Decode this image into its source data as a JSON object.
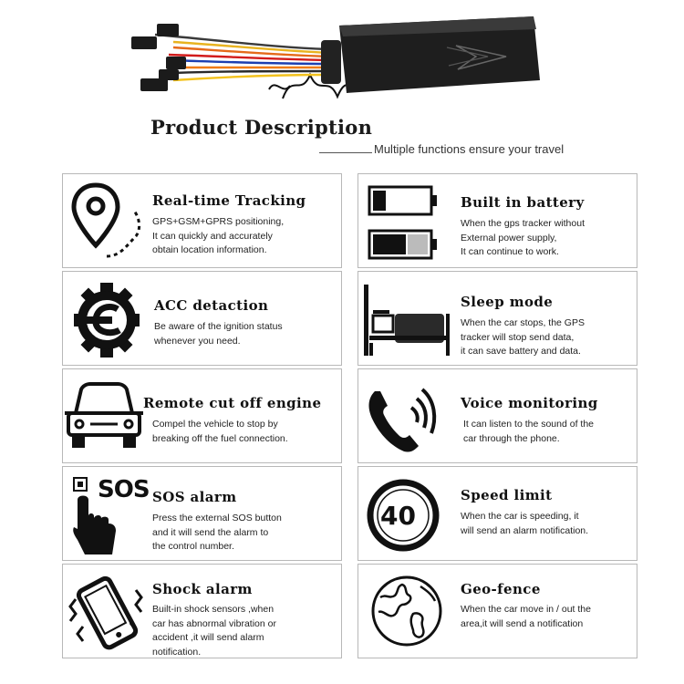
{
  "header": {
    "title": "Product Description",
    "subtitle": "Multiple functions ensure your travel"
  },
  "features": [
    {
      "id": "realtime",
      "title": "Real-time Tracking",
      "lines": [
        "GPS+GSM+GPRS positioning,",
        "It can quickly and accurately",
        "obtain location information."
      ],
      "icon": "map-pin-icon"
    },
    {
      "id": "battery",
      "title": "Built in battery",
      "lines": [
        "When the gps tracker without",
        "External power supply,",
        "It can continue to work."
      ],
      "icon": "battery-icon"
    },
    {
      "id": "acc",
      "title": "ACC detaction",
      "lines": [
        "Be aware of the ignition status",
        "whenever you need."
      ],
      "icon": "gear-icon"
    },
    {
      "id": "sleep",
      "title": "Sleep mode",
      "lines": [
        "When the car stops, the GPS",
        "tracker will stop send data,",
        "it can save battery and data."
      ],
      "icon": "bed-icon"
    },
    {
      "id": "cutoff",
      "title": "Remote cut off engine",
      "lines": [
        "Compel the vehicle to stop by",
        "breaking off the fuel connection."
      ],
      "icon": "car-icon"
    },
    {
      "id": "voice",
      "title": "Voice monitoring",
      "lines": [
        "It can listen to the sound of the",
        "car through the phone."
      ],
      "icon": "phone-icon"
    },
    {
      "id": "sos",
      "title": "SOS alarm",
      "lines": [
        "Press the external SOS button",
        "and it will send the alarm to",
        "the control number."
      ],
      "icon": "sos-hand-icon",
      "icon_text": "SOS"
    },
    {
      "id": "speed",
      "title": "Speed limit",
      "lines": [
        "When the car is speeding, it",
        "will send an alarm notification."
      ],
      "icon": "speed-sign-icon",
      "icon_text": "40"
    },
    {
      "id": "shock",
      "title": "Shock alarm",
      "lines": [
        "Built-in shock sensors ,when",
        "car has abnormal vibration or",
        "accident ,it will send alarm",
        "notification."
      ],
      "icon": "vibrating-phone-icon"
    },
    {
      "id": "geofence",
      "title": "Geo-fence",
      "lines": [
        "When the car move in / out the",
        "area,it will send a notification"
      ],
      "icon": "globe-icon"
    }
  ],
  "colors": {
    "card_border": "#b8b8b8",
    "icon": "#111111",
    "device": "#1e1e1e"
  }
}
